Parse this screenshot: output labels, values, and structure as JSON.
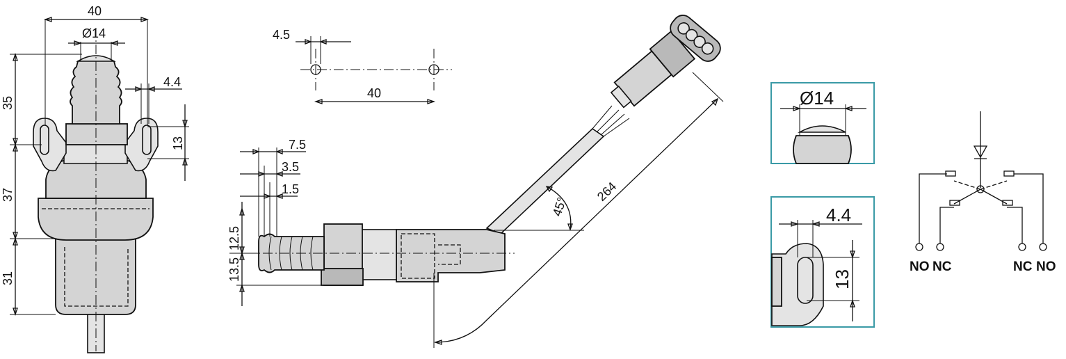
{
  "front_view": {
    "dim_width": "40",
    "dim_diameter": "Ø14",
    "dim_slot_width": "4.4",
    "dim_slot_height": "13",
    "dim_top": "35",
    "dim_mid": "37",
    "dim_bottom": "31"
  },
  "hole_pattern": {
    "dim_hole": "4.5",
    "dim_spacing": "40"
  },
  "side_view": {
    "dim_stroke_1": "7.5",
    "dim_stroke_2": "3.5",
    "dim_stroke_3": "1.5",
    "dim_height_upper": "12.5",
    "dim_height_lower": "13.5",
    "dim_angle": "45°",
    "dim_cable": "264"
  },
  "detail_top": {
    "dim_diameter": "Ø14"
  },
  "detail_bottom": {
    "dim_slot_width": "4.4",
    "dim_slot_height": "13"
  },
  "schematic": {
    "contact_labels": [
      "NO",
      "NC",
      "NC",
      "NO"
    ]
  }
}
